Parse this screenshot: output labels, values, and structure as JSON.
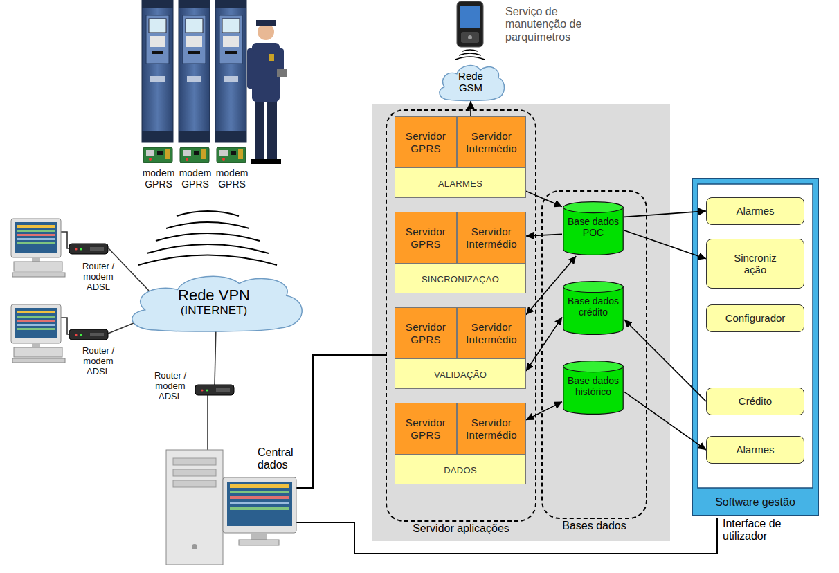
{
  "diagram": {
    "nodes": [
      {
        "text": [
          "Rede GSM"
        ]
      },
      {
        "text": [
          "Rede VPN",
          "(INTERNET)"
        ]
      },
      {
        "text": [
          "Servidor aplicações"
        ]
      },
      {
        "text": [
          "ALARMES"
        ],
        "in": 2
      },
      {
        "text": [
          "Servidor GPRS"
        ],
        "in": 3
      },
      {
        "text": [
          "Servidor Intermédio"
        ],
        "in": 3
      },
      {
        "text": [
          "SINCRONIZAÇÃO"
        ],
        "in": 2
      },
      {
        "text": [
          "Servidor GPRS"
        ],
        "in": 6
      },
      {
        "text": [
          "Servidor Intermédio"
        ],
        "in": 6
      },
      {
        "text": [
          "VALIDAÇÃO"
        ],
        "in": 2
      },
      {
        "text": [
          "Servidor GPRS"
        ],
        "in": 9
      },
      {
        "text": [
          "Servidor Intermédio"
        ],
        "in": 9
      },
      {
        "text": [
          "DADOS"
        ],
        "in": 2
      },
      {
        "text": [
          "Servidor GPRS"
        ],
        "in": 12
      },
      {
        "text": [
          "Servidor Intermédio"
        ],
        "in": 12
      },
      {
        "text": [
          "Bases dados"
        ]
      },
      {
        "text": [
          "Base dados POC"
        ],
        "in": 15
      },
      {
        "text": [
          "Base dados crédito"
        ],
        "in": 15
      },
      {
        "text": [
          "Base dados histórico"
        ],
        "in": 15
      },
      {
        "text": [
          "Software gestão"
        ]
      },
      {
        "text": [
          "Alarmes"
        ],
        "in": 19
      },
      {
        "text": [
          "Sincroniz ação"
        ],
        "in": 19
      },
      {
        "text": [
          "Configurador"
        ],
        "in": 19
      },
      {
        "text": [
          "Crédito"
        ],
        "in": 19
      },
      {
        "text": [
          "Alarmes"
        ],
        "in": 19
      }
    ],
    "edges": [
      {
        "from": 5,
        "to": 0,
        "arrow": "to"
      },
      {
        "from": 3,
        "to": 16,
        "arrow": "to"
      },
      {
        "from": 16,
        "to": 8,
        "arrow": "to"
      },
      {
        "from": 11,
        "to": 16,
        "arrow": "both"
      },
      {
        "from": 9,
        "to": 17,
        "arrow": "both"
      },
      {
        "from": 14,
        "to": 18,
        "arrow": "both"
      },
      {
        "from": 16,
        "to": 20,
        "arrow": "to"
      },
      {
        "from": 16,
        "to": 21,
        "arrow": "to"
      },
      {
        "from": 23,
        "to": 17,
        "arrow": "to"
      },
      {
        "from": 18,
        "to": 24,
        "arrow": "to"
      }
    ],
    "labels": [
      "modem GPRS",
      "modem GPRS",
      "modem GPRS",
      "Serviço de manutenção de parquímetros",
      "Router / modem ADSL",
      "Router / modem ADSL",
      "Router / modem ADSL",
      "Central dados",
      "Interface de utilizador"
    ]
  }
}
